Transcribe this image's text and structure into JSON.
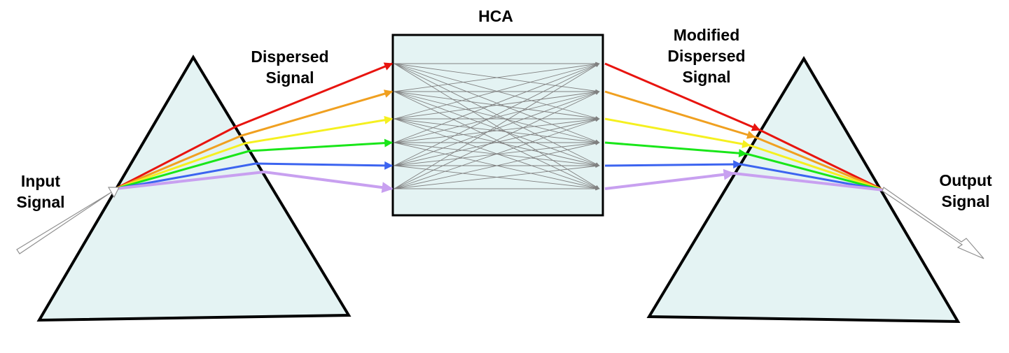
{
  "labels": {
    "hca": "HCA",
    "dispersed_line1": "Dispersed",
    "dispersed_line2": "Signal",
    "modified_line1": "Modified",
    "modified_line2": "Dispersed",
    "modified_line3": "Signal",
    "input_line1": "Input",
    "input_line2": "Signal",
    "output_line1": "Output",
    "output_line2": "Signal"
  },
  "colors": {
    "prism_fill": "#e4f3f3",
    "box_fill": "#e4f3f3",
    "outline": "#000000",
    "network_lines": "#808080",
    "beams": [
      "#e8140f",
      "#f0a020",
      "#f5f020",
      "#19e619",
      "#3c64f0",
      "#c8a0f0"
    ]
  },
  "beam_names": [
    "red",
    "orange",
    "yellow",
    "green",
    "blue",
    "violet"
  ]
}
